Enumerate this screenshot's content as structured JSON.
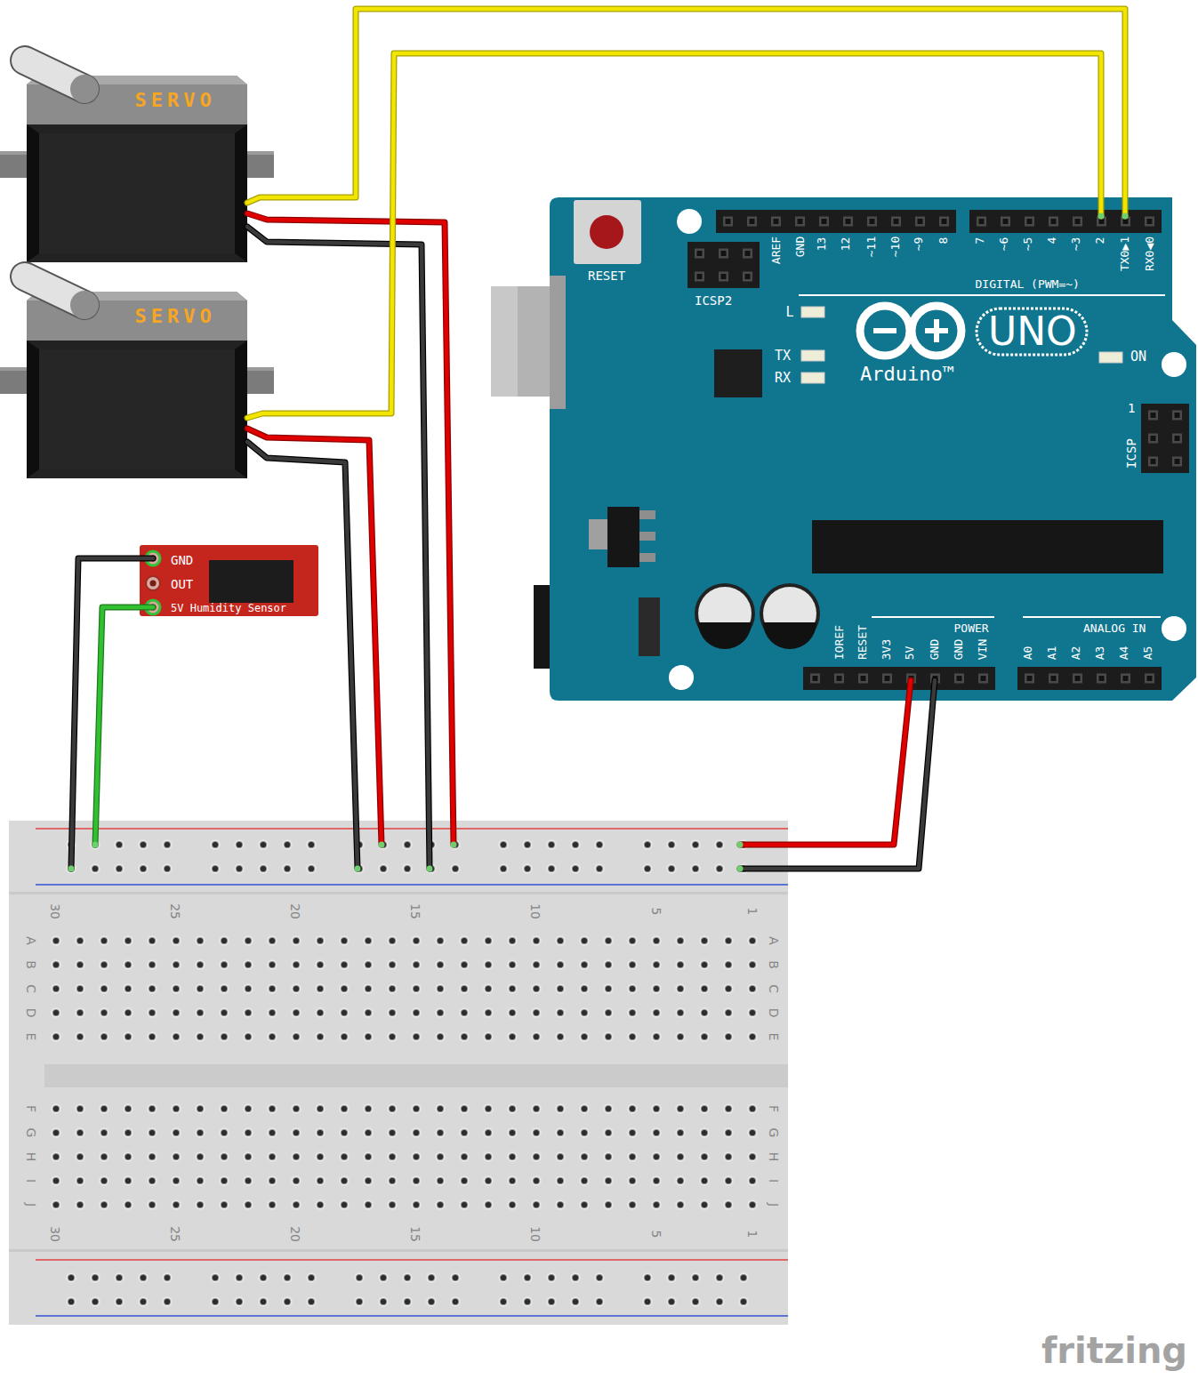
{
  "diagram": {
    "nodes": [
      {
        "text": [
          "SERVO"
        ]
      },
      {
        "text": [
          "SERVO"
        ]
      },
      {
        "text": [
          "GND",
          "OUT",
          "5V Humidity Sensor"
        ]
      },
      {
        "text": [
          "RESET",
          "ICSP2",
          "AREF",
          "GND",
          "13",
          "12",
          "~11",
          "~10",
          "~9",
          "8",
          "7",
          "~6",
          "~5",
          "4",
          "~3",
          "2",
          "TX0▶1",
          "RX0◀0",
          "DIGITAL (PWM=~)",
          "L",
          "TX",
          "RX",
          "UNO",
          "Arduino™",
          "ON",
          "1",
          "ICSP",
          "IOREF",
          "RESET",
          "3V3",
          "5V",
          "GND",
          "GND",
          "VIN",
          "POWER",
          "ANALOG IN",
          "A0",
          "A1",
          "A2",
          "A3",
          "A4",
          "A5"
        ]
      },
      {
        "text": [
          "30",
          "25",
          "20",
          "15",
          "10",
          "5",
          "1",
          "A",
          "A",
          "B",
          "B",
          "C",
          "C",
          "D",
          "D",
          "E",
          "E",
          "F",
          "F",
          "G",
          "G",
          "H",
          "H",
          "I",
          "I",
          "J",
          "J",
          "30",
          "25",
          "20",
          "15",
          "10",
          "5",
          "1"
        ]
      }
    ],
    "edges": [
      {
        "from": 0,
        "to": 3,
        "arrow": "none"
      },
      {
        "from": 0,
        "to": 4,
        "arrow": "none"
      },
      {
        "from": 0,
        "to": 4,
        "arrow": "none"
      },
      {
        "from": 1,
        "to": 3,
        "arrow": "none"
      },
      {
        "from": 1,
        "to": 4,
        "arrow": "none"
      },
      {
        "from": 1,
        "to": 4,
        "arrow": "none"
      },
      {
        "from": 2,
        "to": 4,
        "arrow": "none"
      },
      {
        "from": 2,
        "to": 4,
        "arrow": "none"
      },
      {
        "from": 3,
        "to": 4,
        "arrow": "none"
      },
      {
        "from": 3,
        "to": 4,
        "arrow": "none"
      }
    ],
    "labels": [
      "fritzing"
    ]
  }
}
